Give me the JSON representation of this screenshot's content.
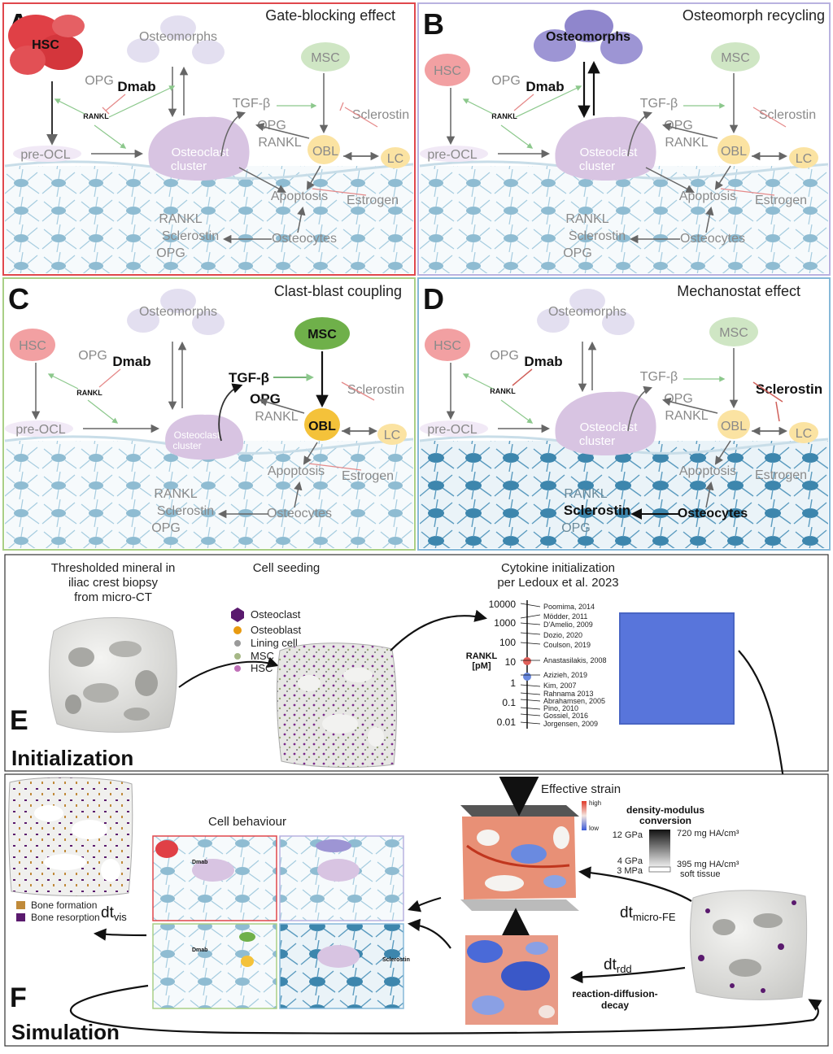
{
  "panels": [
    {
      "letter": "A",
      "title": "Gate-blocking effect",
      "border": "#e0474c"
    },
    {
      "letter": "B",
      "title": "Osteomorph recycling",
      "border": "#b9b2e0"
    },
    {
      "letter": "C",
      "title": "Clast-blast coupling",
      "border": "#a9cf86"
    },
    {
      "letter": "D",
      "title": "Mechanostat effect",
      "border": "#86b8d8"
    }
  ],
  "labels": {
    "hsc": "HSC",
    "osteomorphs": "Osteomorphs",
    "msc": "MSC",
    "opg": "OPG",
    "dmab": "Dmab",
    "rankl_small": "RANKL",
    "tgfb": "TGF-β",
    "sclerostin": "Sclerostin",
    "opg2": "OPG",
    "rankl2": "RANKL",
    "preocl": "pre-OCL",
    "osteoclast": "Osteoclast",
    "cluster": "cluster",
    "obl": "OBL",
    "lc": "LC",
    "apoptosis": "Apoptosis",
    "estrogen": "Estrogen",
    "rankl3": "RANKL",
    "sclerostin3": "Sclerostin",
    "opg3": "OPG",
    "osteocytes": "Osteocytes"
  },
  "E": {
    "letter": "E",
    "section": "Initialization",
    "micro_ct": [
      "Thresholded mineral in",
      "iliac crest biopsy",
      "from micro-CT"
    ],
    "cell_seeding": "Cell seeding",
    "legend": [
      {
        "name": "Osteoclast",
        "color": "#5a1a6e"
      },
      {
        "name": "Osteoblast",
        "color": "#e89a10"
      },
      {
        "name": "Lining cell",
        "color": "#9a9a9a"
      },
      {
        "name": "MSC",
        "color": "#a6b886"
      },
      {
        "name": "HSC",
        "color": "#c070b8"
      }
    ],
    "cytokine": [
      "Cytokine initialization",
      "per Ledoux et al. 2023"
    ],
    "axis_label": [
      "RANKL",
      "[pM]"
    ],
    "ticks": [
      "10000",
      "1000",
      "100",
      "10",
      "1",
      "0.1",
      "0.01"
    ],
    "refs": [
      "Poomima, 2014",
      "Mödder, 2011",
      "D'Amelio, 2009",
      "Dozio, 2020",
      "Coulson, 2019",
      "Anastasilakis, 2008",
      "Azizieh, 2019",
      "Kim, 2007",
      "Rahnama 2013",
      "Abrahamsen, 2005",
      "Pino, 2010",
      "Gossiel, 2016",
      "Jorgensen, 2009"
    ]
  },
  "F": {
    "letter": "F",
    "section": "Simulation",
    "cell_behaviour": "Cell behaviour",
    "effective_strain": "Effective strain",
    "high": "high",
    "low": "low",
    "dm_title": [
      "density-modulus",
      "conversion"
    ],
    "dm_left": [
      "12 GPa",
      "4 GPa",
      "3 MPa"
    ],
    "dm_right": [
      "720 mg HA/cm³",
      "395 mg HA/cm³",
      "soft tissue"
    ],
    "legend": [
      {
        "name": "Bone formation",
        "color": "#c08a3a"
      },
      {
        "name": "Bone resorption",
        "color": "#5a1a6e"
      }
    ],
    "dt_vis": "dt",
    "dt_vis_sub": "vis",
    "dt_fe": "dt",
    "dt_fe_sub": "micro-FE",
    "dt_rdd": "dt",
    "dt_rdd_sub": "rdd",
    "rdd": [
      "reaction-diffusion-",
      "decay"
    ]
  }
}
